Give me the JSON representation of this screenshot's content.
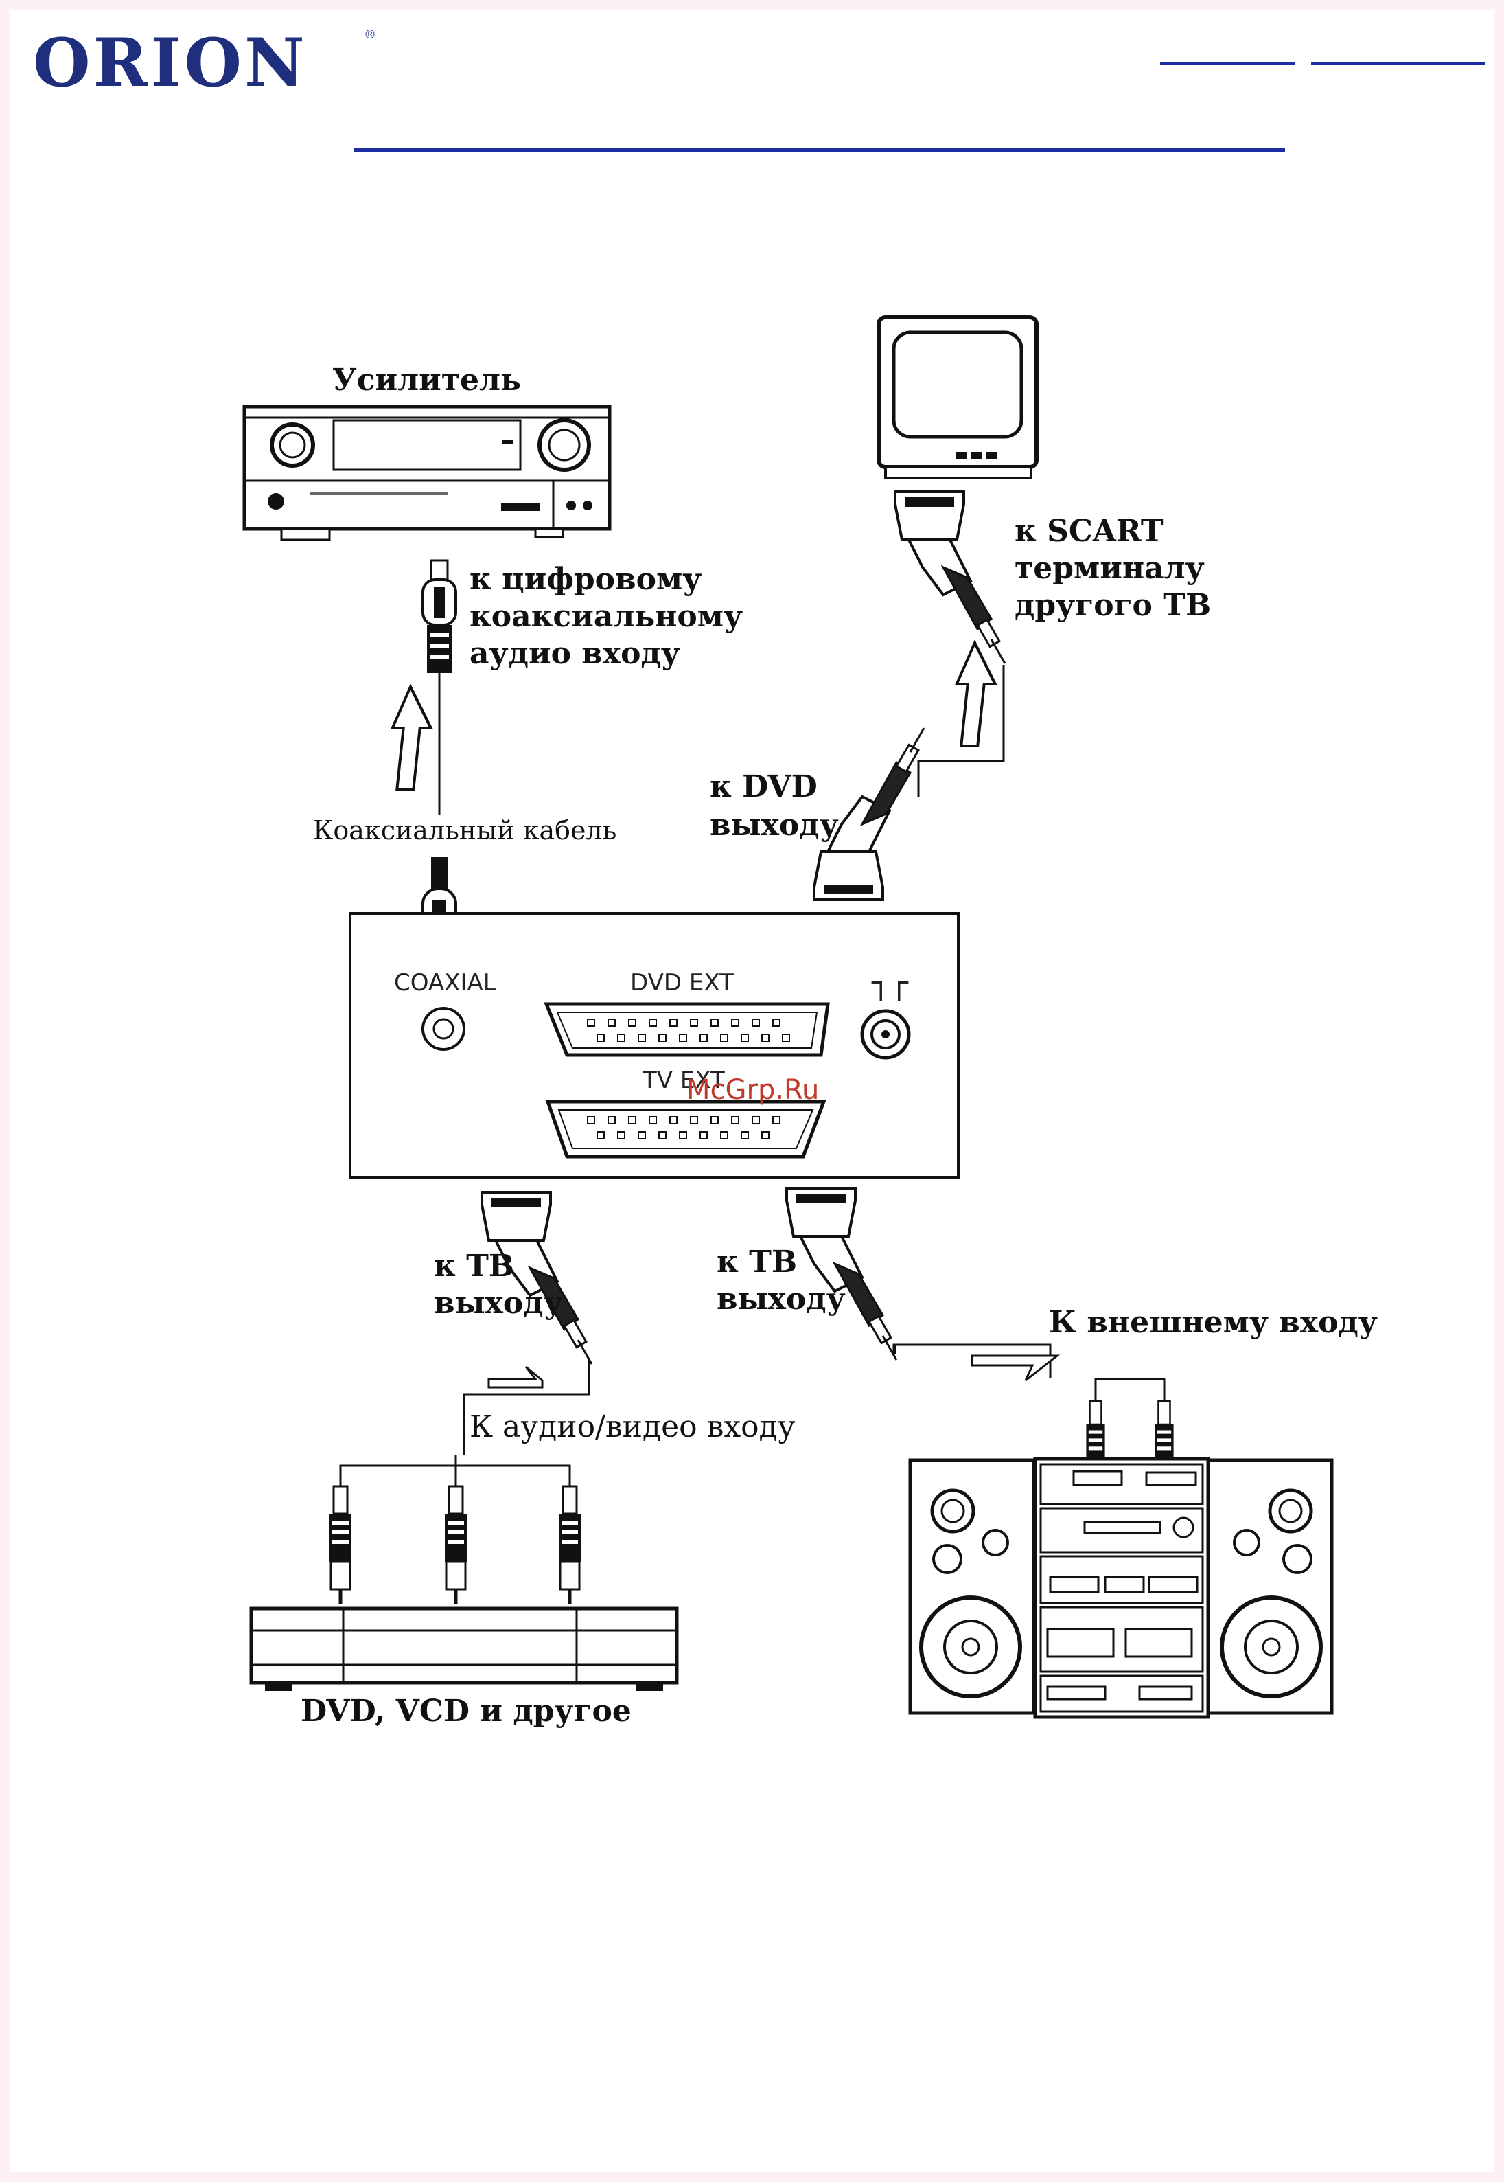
{
  "brand": {
    "logo": "ORION",
    "reg_mark": "®"
  },
  "labels": {
    "amplifier": "Усилитель",
    "coax_input": [
      "к цифровому",
      "коаксиальному",
      "аудио входу"
    ],
    "coax_cable": "Коаксиальный кабель",
    "scart_other_tv": [
      "к SCART",
      "терминалу",
      "другого ТВ"
    ],
    "dvd_out": [
      "к DVD",
      "выходу"
    ],
    "panel_coaxial": "COAXIAL",
    "panel_dvd_ext": "DVD EXT",
    "panel_tv_ext": "TV EXT",
    "tv_out_left": [
      "к ТВ",
      "выходу"
    ],
    "tv_out_right": [
      "к ТВ",
      "выходу"
    ],
    "external_input": "К внешнему входу",
    "av_input": "К аудио/видео входу",
    "dvd_vcd": "DVD, VCD и другое",
    "watermark": "McGrp.Ru"
  },
  "colors": {
    "brand": "#1f2f7e",
    "rule": "#1a2da3",
    "border": "#fdf0f7",
    "watermark": "#c0392b"
  }
}
